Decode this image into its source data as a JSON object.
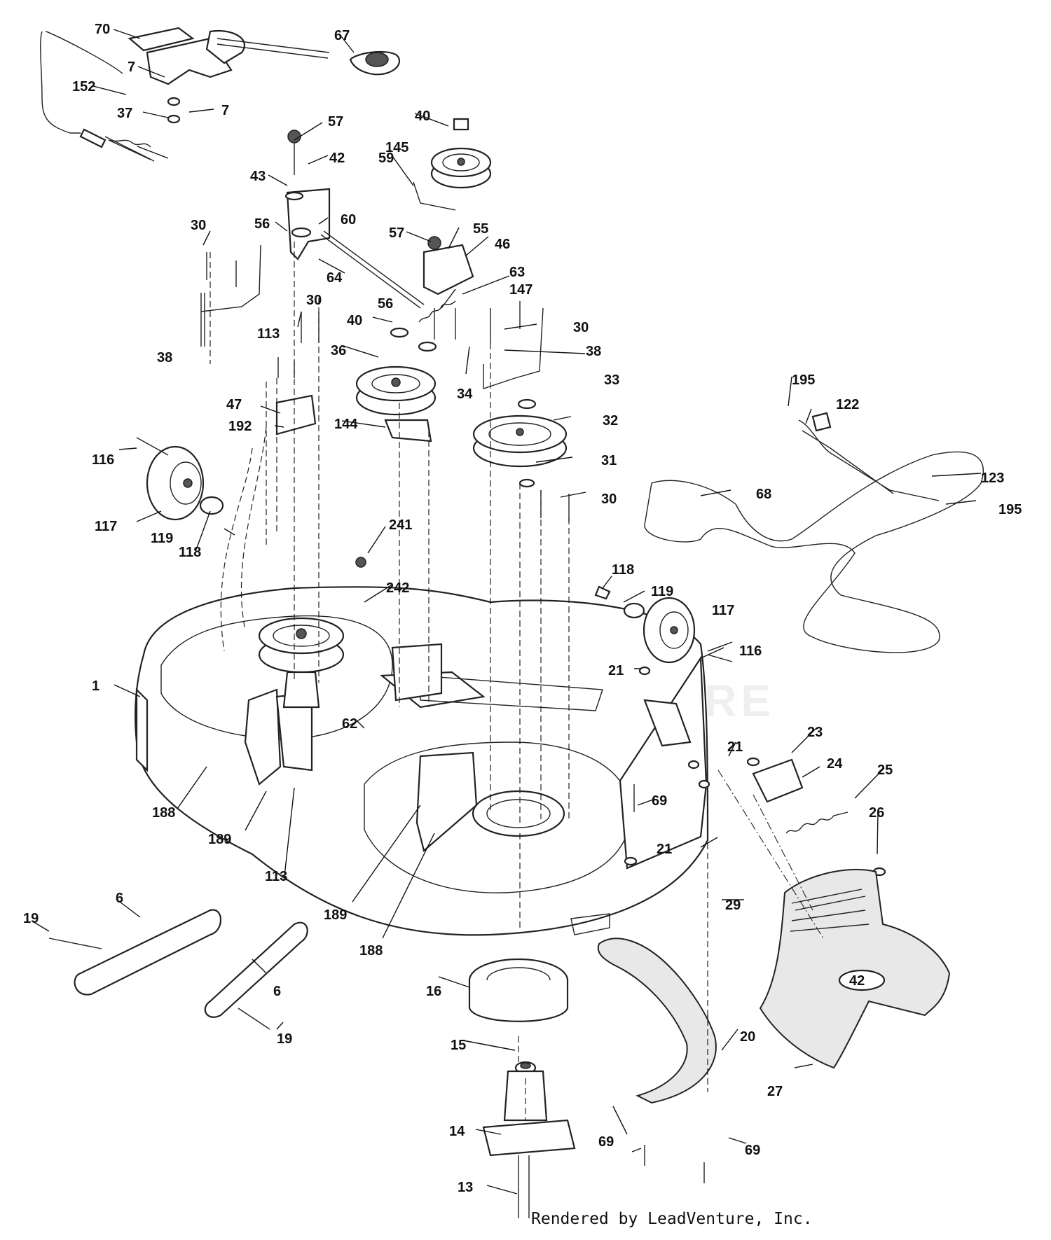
{
  "credit": "Rendered by LeadVenture, Inc.",
  "watermark": "LEADVENTURE",
  "deck_decal": "42",
  "callouts": [
    {
      "id": "c70",
      "text": "70"
    },
    {
      "id": "c67",
      "text": "67"
    },
    {
      "id": "c7a",
      "text": "7"
    },
    {
      "id": "c152",
      "text": "152"
    },
    {
      "id": "c37",
      "text": "37"
    },
    {
      "id": "c7b",
      "text": "7"
    },
    {
      "id": "c57a",
      "text": "57"
    },
    {
      "id": "c40a",
      "text": "40"
    },
    {
      "id": "c145",
      "text": "145"
    },
    {
      "id": "c42",
      "text": "42"
    },
    {
      "id": "c59",
      "text": "59"
    },
    {
      "id": "c43",
      "text": "43"
    },
    {
      "id": "c30a",
      "text": "30"
    },
    {
      "id": "c56a",
      "text": "56"
    },
    {
      "id": "c60",
      "text": "60"
    },
    {
      "id": "c57b",
      "text": "57"
    },
    {
      "id": "c55",
      "text": "55"
    },
    {
      "id": "c46",
      "text": "46"
    },
    {
      "id": "c64",
      "text": "64"
    },
    {
      "id": "c63",
      "text": "63"
    },
    {
      "id": "c30b",
      "text": "30"
    },
    {
      "id": "c147",
      "text": "147"
    },
    {
      "id": "c56b",
      "text": "56"
    },
    {
      "id": "c40b",
      "text": "40"
    },
    {
      "id": "c113a",
      "text": "113"
    },
    {
      "id": "c30c",
      "text": "30"
    },
    {
      "id": "c38a",
      "text": "38"
    },
    {
      "id": "c36",
      "text": "36"
    },
    {
      "id": "c38b",
      "text": "38"
    },
    {
      "id": "c34",
      "text": "34"
    },
    {
      "id": "c33",
      "text": "33"
    },
    {
      "id": "c195a",
      "text": "195"
    },
    {
      "id": "c122",
      "text": "122"
    },
    {
      "id": "c47",
      "text": "47"
    },
    {
      "id": "c192",
      "text": "192"
    },
    {
      "id": "c144",
      "text": "144"
    },
    {
      "id": "c32",
      "text": "32"
    },
    {
      "id": "c116a",
      "text": "116"
    },
    {
      "id": "c31",
      "text": "31"
    },
    {
      "id": "c123",
      "text": "123"
    },
    {
      "id": "c68",
      "text": "68"
    },
    {
      "id": "c30d",
      "text": "30"
    },
    {
      "id": "c195b",
      "text": "195"
    },
    {
      "id": "c117a",
      "text": "117"
    },
    {
      "id": "c119a",
      "text": "119"
    },
    {
      "id": "c118a",
      "text": "118"
    },
    {
      "id": "c241",
      "text": "241"
    },
    {
      "id": "c118b",
      "text": "118"
    },
    {
      "id": "c242",
      "text": "242"
    },
    {
      "id": "c119b",
      "text": "119"
    },
    {
      "id": "c117b",
      "text": "117"
    },
    {
      "id": "c116b",
      "text": "116"
    },
    {
      "id": "c1",
      "text": "1"
    },
    {
      "id": "c21a",
      "text": "21"
    },
    {
      "id": "c62",
      "text": "62"
    },
    {
      "id": "c23",
      "text": "23"
    },
    {
      "id": "c21b",
      "text": "21"
    },
    {
      "id": "c24",
      "text": "24"
    },
    {
      "id": "c25",
      "text": "25"
    },
    {
      "id": "c188a",
      "text": "188"
    },
    {
      "id": "c69a",
      "text": "69"
    },
    {
      "id": "c26",
      "text": "26"
    },
    {
      "id": "c189a",
      "text": "189"
    },
    {
      "id": "c21c",
      "text": "21"
    },
    {
      "id": "c113b",
      "text": "113"
    },
    {
      "id": "c6a",
      "text": "6"
    },
    {
      "id": "c189b",
      "text": "189"
    },
    {
      "id": "c29",
      "text": "29"
    },
    {
      "id": "c19a",
      "text": "19"
    },
    {
      "id": "c188b",
      "text": "188"
    },
    {
      "id": "c6b",
      "text": "6"
    },
    {
      "id": "c16",
      "text": "16"
    },
    {
      "id": "c19b",
      "text": "19"
    },
    {
      "id": "c20",
      "text": "20"
    },
    {
      "id": "c15",
      "text": "15"
    },
    {
      "id": "c27",
      "text": "27"
    },
    {
      "id": "c69b",
      "text": "69"
    },
    {
      "id": "c14",
      "text": "14"
    },
    {
      "id": "c69c",
      "text": "69"
    },
    {
      "id": "c13",
      "text": "13"
    }
  ]
}
